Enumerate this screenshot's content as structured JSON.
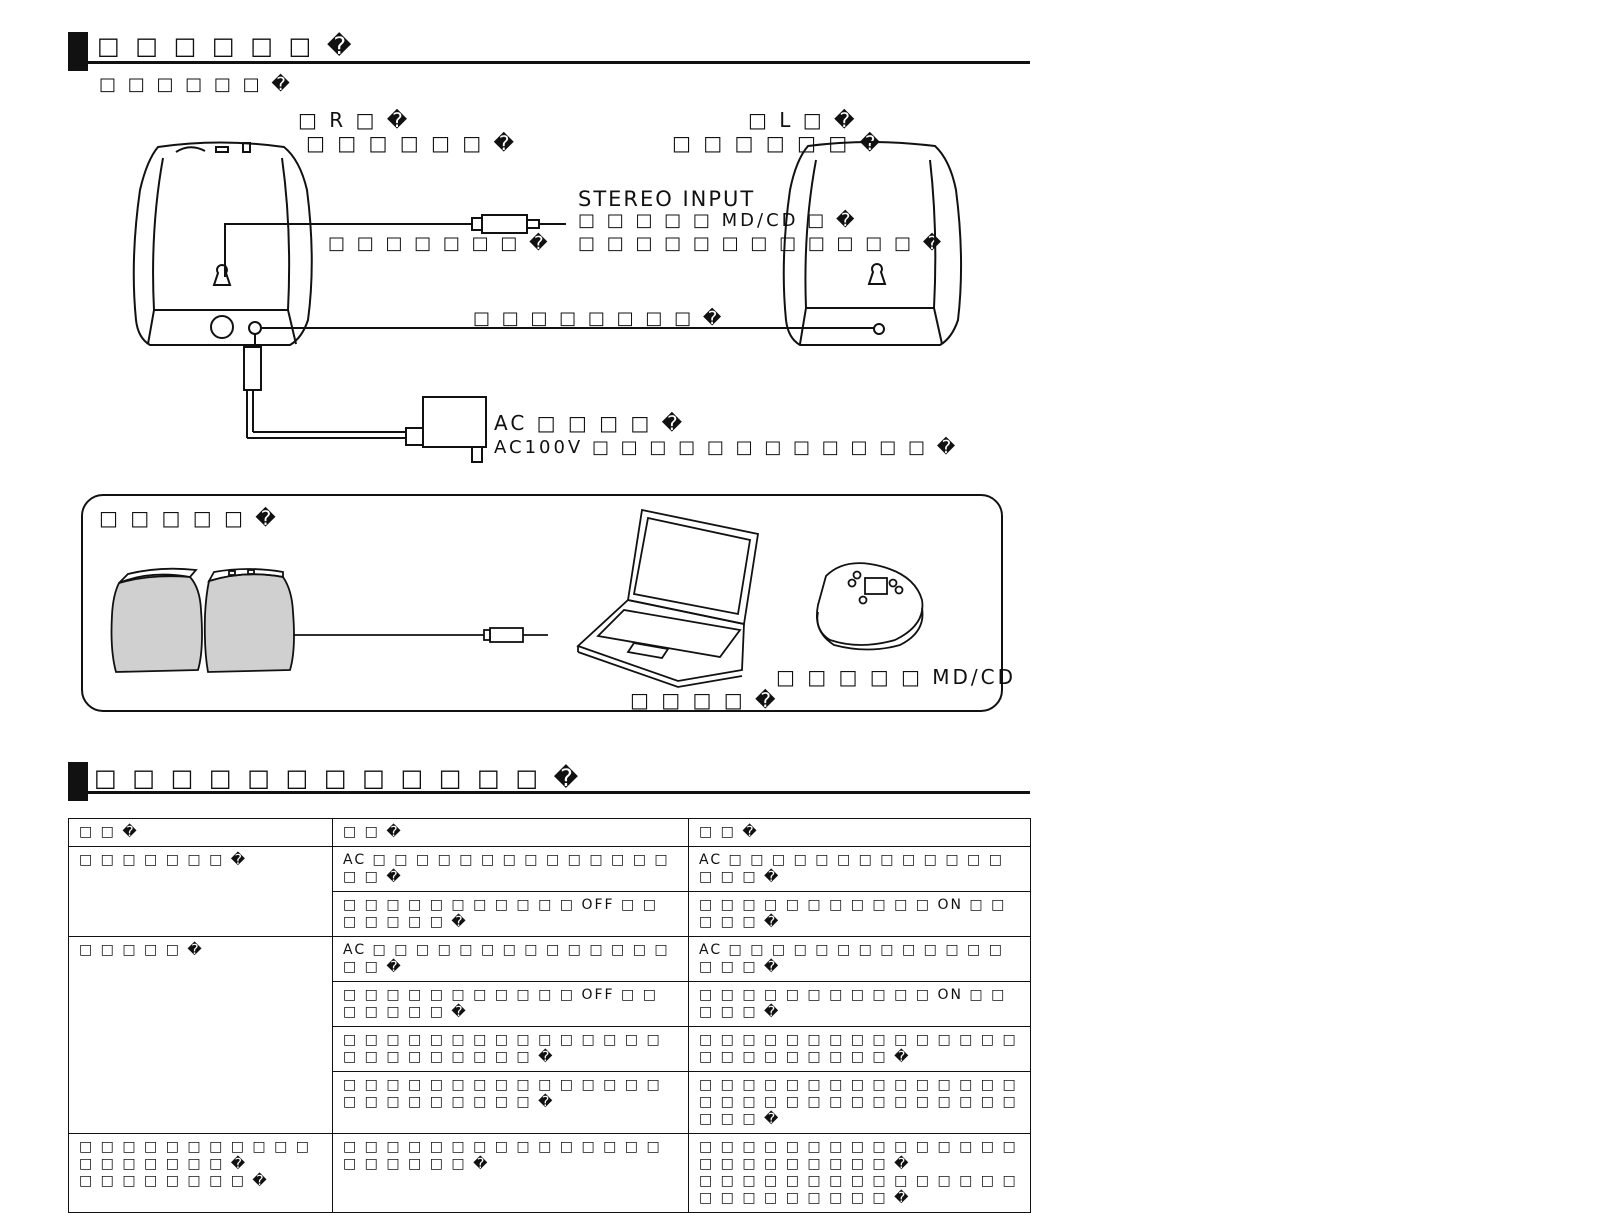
{
  "sections": {
    "connection_title": "□ □ □ □ □ □ �",
    "troubleshooting_title": "□ □ □ □ □ □ □ □ □ □ □ □ �"
  },
  "connection": {
    "subheading": "□ □ □ □ □ □ �",
    "right_speaker_channel": "□ R □ �",
    "right_speaker_name": "□ □ □ □ □ □ �",
    "left_speaker_channel": "□ L □ �",
    "left_speaker_name": "□ □ □ □ □ □ �",
    "input_title": "STEREO INPUT",
    "input_line1": "□ □ □ □ □ MD/CD □ �",
    "input_line2": "□ □ □ □ □ □ □ □ □ □ □ □ �",
    "input_cable_label": "□ □ □ □ □ □ □ �",
    "speaker_cable_label": "□ □ □ □ □ □ □ □ �",
    "ac_title": "AC □ □ □ □ �",
    "ac_line": "AC100V □ □ □ □ □ □ □ □ □ □ □ □ �"
  },
  "usage": {
    "title": "□ □ □ □ □ �",
    "computer_label": "□ □ □ □ �",
    "player_label": "□ □ □ □ □ MD/CD"
  },
  "trouble_table": {
    "headers": [
      "□ □ �",
      "□ □ �",
      "□ □ �"
    ],
    "rows": [
      {
        "symptom": "□ □ □ □ □ □ □ �",
        "cause": "AC □ □ □ □ □ □ □ □ □ □ □ □ □ □ □ □ �",
        "remedy": "AC □ □ □ □ □ □ □ □ □ □ □ □ □ □ □ □ �"
      },
      {
        "symptom": "",
        "cause": "□ □ □ □ □ □ □ □ □ □ □ OFF □ □ □ □ □ □ □ �",
        "remedy": "□ □ □ □ □ □ □ □ □ □ □ ON □ □ □ □ □ �"
      },
      {
        "symptom": "□ □ □ □ □ �",
        "cause": "AC □ □ □ □ □ □ □ □ □ □ □ □ □ □ □ □ �",
        "remedy": "AC □ □ □ □ □ □ □ □ □ □ □ □ □ □ □ □ �"
      },
      {
        "symptom": "",
        "cause": "□ □ □ □ □ □ □ □ □ □ □ OFF □ □ □ □ □ □ □ �",
        "remedy": "□ □ □ □ □ □ □ □ □ □ □ ON □ □ □ □ □ �"
      },
      {
        "symptom": "",
        "cause": "□ □ □ □ □ □ □ □ □ □ □ □ □ □ □ □ □ □ □ □ □ □ □ □ �",
        "remedy": "□ □ □ □ □ □ □ □ □ □ □ □ □ □ □ □ □ □ □ □ □ □ □ □ �"
      },
      {
        "symptom": "",
        "cause": "□ □ □ □ □ □ □ □ □ □ □ □ □ □ □ □ □ □ □ □ □ □ □ □ �",
        "remedy": "□ □ □ □ □ □ □ □ □ □ □ □ □ □ □ □ □ □ □ □ □ □ □ □ □ □ □ □ □ □ □ □ □ �"
      },
      {
        "symptom": "□ □ □ □ □ □ □ □ □ □ □ □ □ □ □ □ □ □ �\n□ □ □ □ □ □ □ □ �",
        "cause": "□ □ □ □ □ □ □ □ □ □ □ □ □ □ □ □ □ □ □ □ □ �",
        "remedy": "□ □ □ □ □ □ □ □ □ □ □ □ □ □ □ □ □ □ □ □ □ □ □ □ �\n□ □ □ □ □ □ □ □ □ □ □ □ □ □ □ □ □ □ □ □ □ □ □ □ �"
      }
    ]
  }
}
